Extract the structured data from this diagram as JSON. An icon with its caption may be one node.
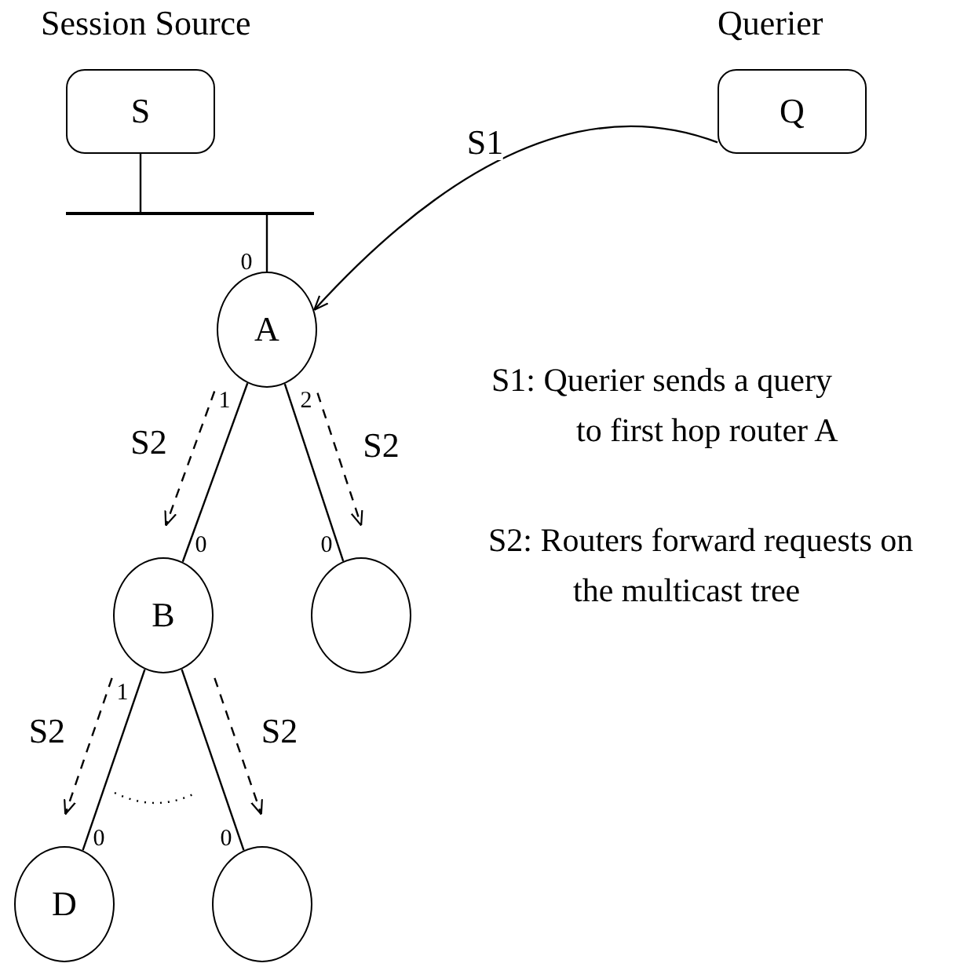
{
  "diagram": {
    "nodes": [
      {
        "text": [
          "S"
        ],
        "beside": [
          "Session Source"
        ]
      },
      {
        "text": [
          "Q"
        ],
        "beside": [
          "Querier"
        ]
      },
      {
        "text": [],
        "shape": "bar"
      },
      {
        "text": [
          "A"
        ]
      },
      {
        "text": [
          "B"
        ]
      },
      {
        "text": [],
        "shape": "circle"
      },
      {
        "text": [
          "D"
        ]
      },
      {
        "text": [],
        "shape": "circle"
      }
    ],
    "edges": [
      {
        "from": 0,
        "to": 2,
        "arrow": "none"
      },
      {
        "from": 2,
        "to": 3,
        "arrow": "none"
      },
      {
        "from": 1,
        "to": 3,
        "arrow": "to",
        "label": "S1"
      },
      {
        "from": 3,
        "to": 4,
        "arrow": "none"
      },
      {
        "from": 3,
        "to": 5,
        "arrow": "none"
      },
      {
        "from": 4,
        "to": 6,
        "arrow": "none"
      },
      {
        "from": 4,
        "to": 7,
        "arrow": "none"
      },
      {
        "from": 3,
        "to": 4,
        "arrow": "to",
        "label": "S2",
        "style": "dashed"
      },
      {
        "from": 3,
        "to": 5,
        "arrow": "to",
        "label": "S2",
        "style": "dashed"
      },
      {
        "from": 4,
        "to": 6,
        "arrow": "to",
        "label": "S2",
        "style": "dashed"
      },
      {
        "from": 4,
        "to": 7,
        "arrow": "to",
        "label": "S2",
        "style": "dashed"
      }
    ],
    "labels": [
      "0",
      "1",
      "2",
      "0",
      "0",
      "1",
      "0",
      "0",
      "S1: Querier sends a query to first hop router A",
      "S2: Routers forward requests on the multicast tree"
    ]
  }
}
